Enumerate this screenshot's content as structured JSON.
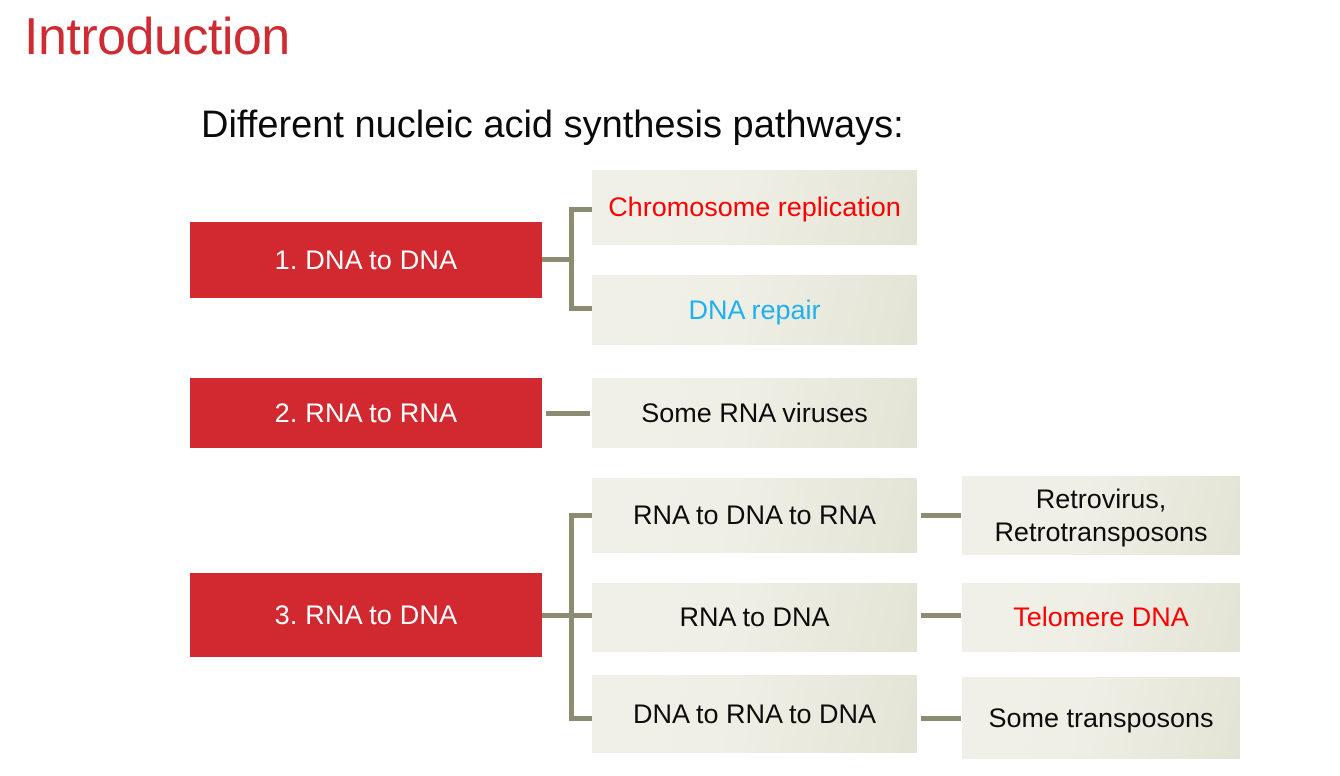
{
  "slide": {
    "title": "Introduction",
    "subtitle": "Different nucleic acid synthesis pathways:",
    "title_color": "#CF2B32",
    "subtitle_color": "#0A0A0A",
    "background_color": "#FFFFFF"
  },
  "palette": {
    "primary_box": "#D2282F",
    "primary_text": "#FFFFFF",
    "light_box": "#EFEFE6",
    "light_box_edge": "#E3E3D5",
    "body_text": "#0C0C0C",
    "connector": "#8C8C72",
    "accent_red": "#FE0000",
    "accent_cyan": "#21B0EF"
  },
  "diagram": {
    "type": "hierarchy",
    "groups": [
      {
        "id": "group-1",
        "primary": {
          "label": "1. DNA to DNA"
        },
        "children": [
          {
            "label": "Chromosome replication",
            "text_color": "#FE0000",
            "accent": "accent-red"
          },
          {
            "label": "DNA repair",
            "text_color": "#21B0EF",
            "accent": "accent-cyan"
          }
        ]
      },
      {
        "id": "group-2",
        "primary": {
          "label": "2. RNA to RNA"
        },
        "children": [
          {
            "label": "Some RNA viruses",
            "text_color": "#0C0C0C",
            "accent": ""
          }
        ]
      },
      {
        "id": "group-3",
        "primary": {
          "label": "3. RNA to DNA"
        },
        "children": [
          {
            "label": "RNA to DNA to RNA",
            "text_color": "#0C0C0C",
            "accent": "",
            "grandchild": {
              "label": "Retrovirus, Retrotransposons",
              "text_color": "#0C0C0C",
              "accent": ""
            }
          },
          {
            "label": "RNA to DNA",
            "text_color": "#0C0C0C",
            "accent": "",
            "grandchild": {
              "label": "Telomere DNA",
              "text_color": "#FE0000",
              "accent": "accent-red2"
            }
          },
          {
            "label": "DNA to RNA to DNA",
            "text_color": "#0C0C0C",
            "accent": "",
            "grandchild": {
              "label": "Some transposons",
              "text_color": "#0C0C0C",
              "accent": ""
            }
          }
        ]
      }
    ]
  }
}
